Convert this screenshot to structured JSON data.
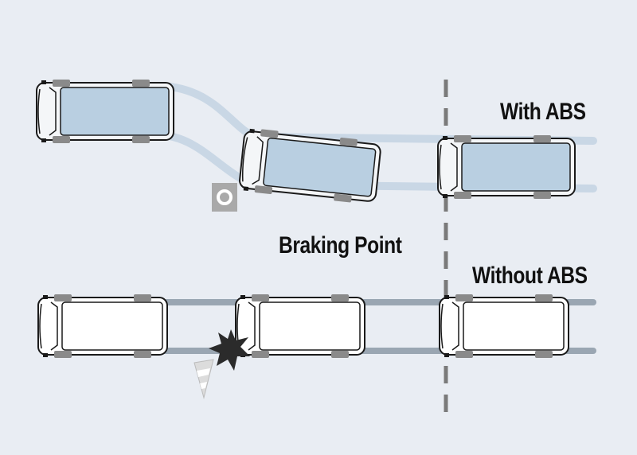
{
  "labels": {
    "with_abs": "With ABS",
    "braking_point": "Braking Point",
    "without_abs": "Without ABS"
  },
  "colors": {
    "background": "#e9edf3",
    "abs_track": "#c9d7e5",
    "no_abs_track": "#9aa6b2",
    "abs_van_body": "#b9cfe1",
    "no_abs_van_body": "#ffffff",
    "outline": "#1a1a1a",
    "wheel": "#8a8a8a",
    "braking_line": "#7a7a7a",
    "impact_star": "#2b2b2b"
  },
  "icons": [
    "braking-point-marker-icon",
    "traffic-cone-icon",
    "impact-star-icon"
  ]
}
